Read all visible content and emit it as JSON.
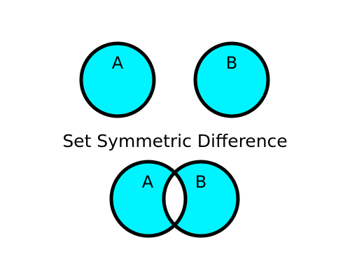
{
  "diagram": {
    "caption": "Set Symmetric Difference",
    "separate_sets": {
      "set_a_label": "A",
      "set_b_label": "B"
    },
    "overlapping_sets": {
      "set_a_label": "A",
      "set_b_label": "B"
    },
    "colors": {
      "fill": "#00F4FF",
      "stroke": "#000000",
      "intersection": "#FFFFFF",
      "background": "#FFFFFF"
    }
  }
}
